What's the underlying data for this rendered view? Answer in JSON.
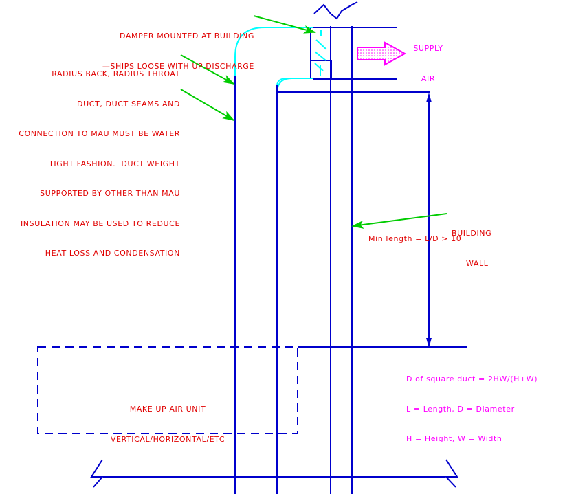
{
  "drawing": {
    "title": "Make Up Air Unit Duct Connection Detail",
    "colors": {
      "annotation_red": "#e00000",
      "annotation_magenta": "#ff00ff",
      "leader_green": "#00cc00",
      "duct_blue": "#0000cc",
      "radius_cyan": "#00ffff",
      "background": "#ffffff"
    }
  },
  "annotations": {
    "damper_note": {
      "line1": "DAMPER MOUNTED AT BUILDING",
      "line2": "—SHIPS LOOSE WITH UP DISCHARGE"
    },
    "duct_note": {
      "line1": "RADIUS BACK, RADIUS THROAT",
      "line2": "DUCT, DUCT SEAMS AND",
      "line3": "CONNECTION TO MAU MUST BE WATER",
      "line4": "TIGHT FASHION.  DUCT WEIGHT",
      "line5": "SUPPORTED BY OTHER THAN MAU",
      "line6": "INSULATION MAY BE USED TO REDUCE",
      "line7": "HEAT LOSS AND CONDENSATION"
    },
    "supply_air": {
      "line1": "SUPPLY",
      "line2": "AIR"
    },
    "building_wall": {
      "line1": "BUILDING",
      "line2": "WALL"
    },
    "min_length": "Min length = L/D > 10",
    "mau_label": {
      "line1": "MAKE UP AIR UNIT",
      "line2": "VERTICAL/HORIZONTAL/ETC"
    },
    "formula": {
      "line1": "D of square duct = 2HW/(H+W)",
      "line2": "L = Length, D = Diameter",
      "line3": "H = Height, W = Width"
    }
  }
}
